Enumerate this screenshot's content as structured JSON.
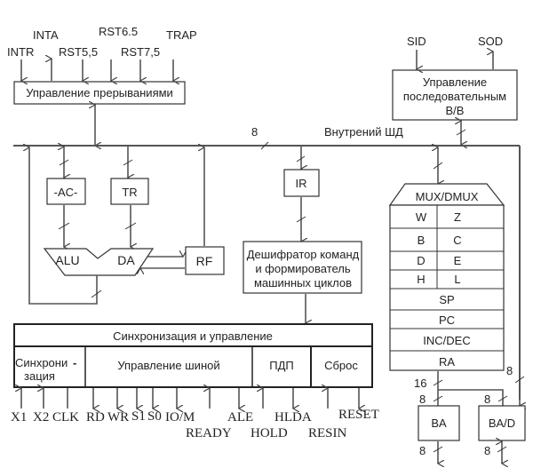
{
  "diagram": {
    "title": "8085 microprocessor architecture block diagram",
    "interrupt": {
      "block_label": "Управление прерываниями",
      "signals": [
        "INTR",
        "INTA",
        "RST5,5",
        "RST6.5",
        "RST7,5",
        "TRAP"
      ]
    },
    "serial": {
      "block_lines": [
        "Управление",
        "последовательным",
        "В/В"
      ],
      "signals": [
        "SID",
        "SOD"
      ]
    },
    "bus": {
      "label": "Внутрений ШД",
      "width_label": "8"
    },
    "accumulator": "-AC-",
    "temp_register": "TR",
    "alu": "ALU",
    "decimal_adjust": "DA",
    "flags_register": "RF",
    "instruction_register": "IR",
    "decoder_lines": [
      "Дешифратор команд",
      "и формирователь",
      "машинных циклов"
    ],
    "register_file": {
      "mux": "MUX/DMUX",
      "pairs": [
        [
          "W",
          "Z"
        ],
        [
          "B",
          "C"
        ],
        [
          "D",
          "E"
        ],
        [
          "H",
          "L"
        ]
      ],
      "rows": [
        "SP",
        "PC",
        "INC/DEC",
        "RA"
      ]
    },
    "timing_control": {
      "title": "Синхронизация и управление",
      "sync_lines": [
        "Синхрони",
        "зация"
      ],
      "sync_dash": "-",
      "bus_control": "Управление шиной",
      "dma": "ПДП",
      "reset": "Сброс"
    },
    "control_signals": {
      "x1": "X1",
      "x2": "X2",
      "clk": "CLK",
      "rd": "RD",
      "wr": "WR",
      "s1": "S1",
      "s0": "S0",
      "io_m": "IO/M",
      "ready": "READY",
      "ale": "ALE",
      "hold": "HOLD",
      "hlda": "HLDA",
      "resin": "RESIN",
      "reset": "RESET"
    },
    "address_buffers": {
      "ba": "BA",
      "bad": "BA/D",
      "width_16": "16",
      "width_8": "8"
    }
  }
}
